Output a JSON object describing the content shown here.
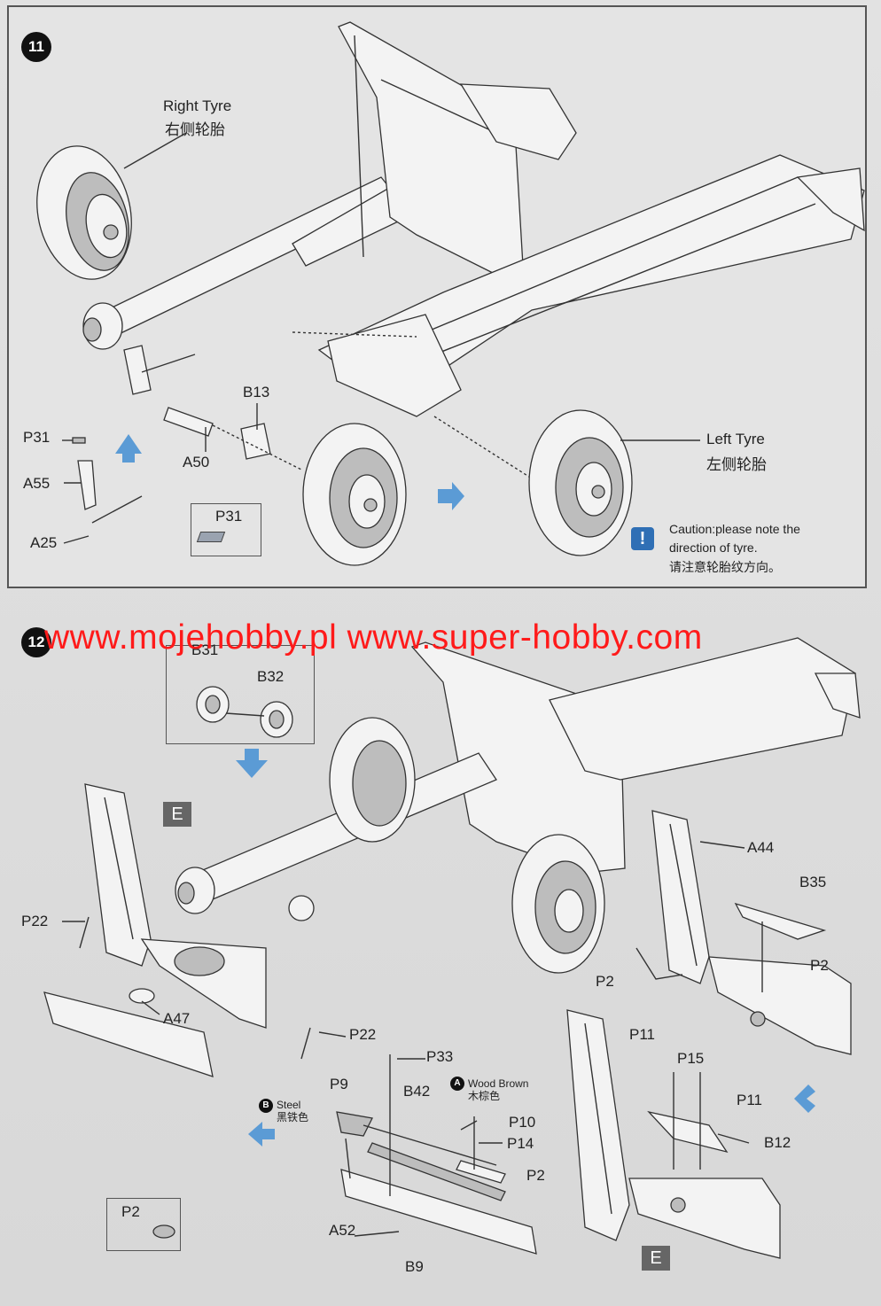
{
  "step11": {
    "number": "11",
    "right_tyre_en": "Right Tyre",
    "right_tyre_cn": "右侧轮胎",
    "left_tyre_en": "Left Tyre",
    "left_tyre_cn": "左侧轮胎",
    "parts": {
      "b13": "B13",
      "a50": "A50",
      "p31": "P31",
      "a55": "A55",
      "a25": "A25",
      "p31_box": "P31"
    },
    "caution_icon": "!",
    "caution_en_line1": "Caution:please note the",
    "caution_en_line2": "direction of tyre.",
    "caution_cn": "请注意轮胎纹方向。"
  },
  "step12": {
    "number": "12",
    "parts": {
      "b31": "B31",
      "b32": "B32",
      "e_top": "E",
      "p22_left": "P22",
      "a47": "A47",
      "p22_right": "P22",
      "a44": "A44",
      "b35": "B35",
      "p2_left": "P2",
      "p2_right": "P2",
      "p33": "P33",
      "p9": "P9",
      "b42": "B42",
      "p10": "P10",
      "p14": "P14",
      "p2_small": "P2",
      "a52": "A52",
      "b9": "B9",
      "p2_box": "P2",
      "p11_left": "P11",
      "p15": "P15",
      "p11_right": "P11",
      "b12": "B12",
      "e_bottom": "E"
    },
    "paint_a_letter": "A",
    "paint_a_en": "Wood Brown",
    "paint_a_cn": "木棕色",
    "paint_b_letter": "B",
    "paint_b_en": "Steel",
    "paint_b_cn": "黑铁色"
  },
  "watermark": "www.mojehobby.pl www.super-hobby.com",
  "colors": {
    "watermark": "#ff1a1a",
    "arrow": "#5b9bd5",
    "caution": "#2f6fb5"
  }
}
